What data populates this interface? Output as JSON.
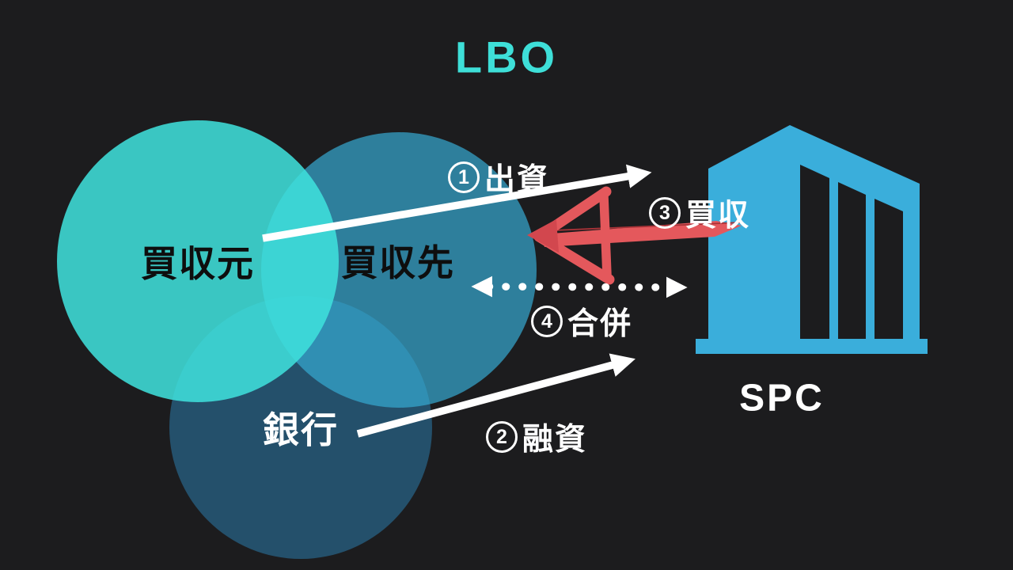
{
  "title": "LBO",
  "entities": {
    "acquirer": {
      "label": "買収元"
    },
    "target": {
      "label": "買収先"
    },
    "bank": {
      "label": "銀行"
    },
    "spc": {
      "label": "SPC"
    }
  },
  "steps": [
    {
      "num": "1",
      "circled": "①",
      "label": "出資"
    },
    {
      "num": "2",
      "circled": "②",
      "label": "融資"
    },
    {
      "num": "3",
      "circled": "③",
      "label": "買収"
    },
    {
      "num": "4",
      "circled": "④",
      "label": "合併"
    }
  ],
  "colors": {
    "background": "#1C1C1E",
    "title": "#3EDFD8",
    "acquirer_circle": "#3FE2DD",
    "target_circle": "#36A9D1",
    "bank_circle": "#24506B",
    "building_blue": "#3AAEDB",
    "red_arrow": "#E4585C",
    "arrow_white": "#FFFFFF",
    "entity_label_dark": "#0E0E0E",
    "entity_label_light": "#FFFFFF"
  }
}
